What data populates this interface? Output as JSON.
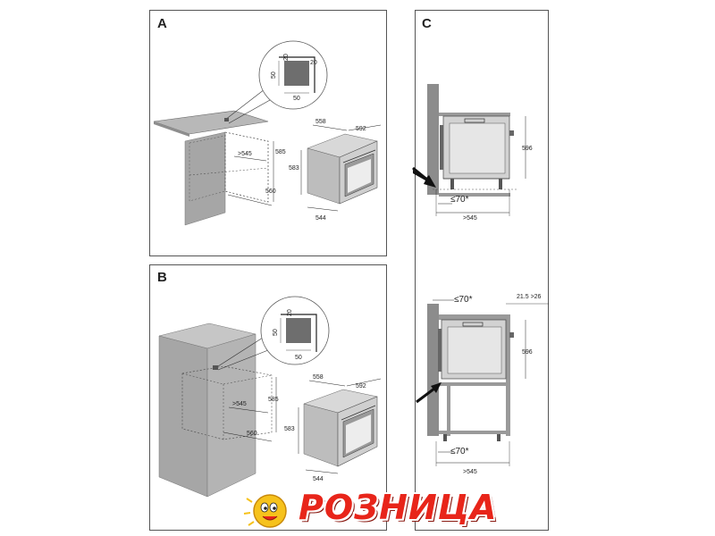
{
  "panels": {
    "a": {
      "letter": "A",
      "dims": {
        "d_558": "558",
        "d_592": "592",
        "d_585": "585",
        "d_583": "583",
        "d_545": ">545",
        "d_560": "560",
        "d_544": "544",
        "inset_50_v": "50",
        "inset_20_v": "20",
        "inset_20_h": "20",
        "inset_50_h": "50"
      }
    },
    "b": {
      "letter": "B",
      "dims": {
        "d_558": "558",
        "d_592": "592",
        "d_585": "585",
        "d_583": "583",
        "d_545": ">545",
        "d_560": "560",
        "d_544": "544",
        "inset_50_v": "50",
        "inset_20_v": "20",
        "inset_50_h": "50"
      }
    },
    "c": {
      "letter": "C",
      "top": {
        "d_596": "596",
        "d_70": "≤70*",
        "d_545": ">545"
      },
      "bottom": {
        "d_70_top": "≤70*",
        "d_215": "21.5 >26",
        "d_596": "596",
        "d_70": "≤70*",
        "d_545": ">545"
      }
    }
  },
  "logo": {
    "text": "РОЗНИЦА"
  },
  "colors": {
    "cabinet": "#a6a6a6",
    "oven_body": "#c8c8c8",
    "logo_red": "#e8251a",
    "logo_yellow": "#f6c21c"
  }
}
